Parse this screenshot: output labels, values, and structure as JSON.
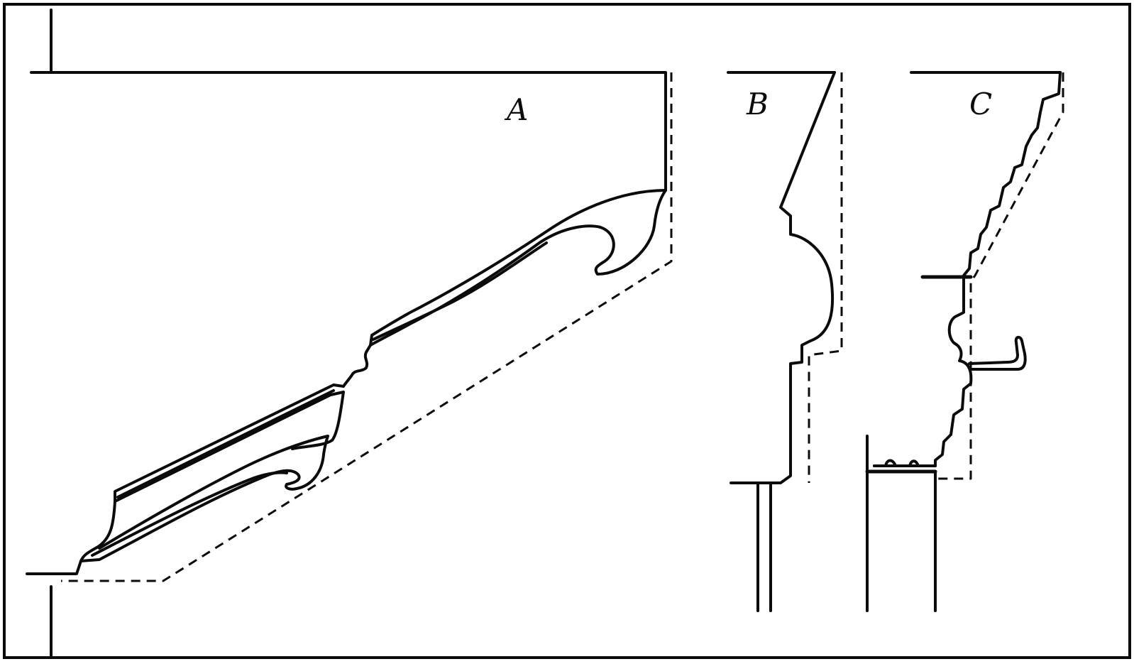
{
  "figure": {
    "labels": {
      "a": "A",
      "b": "B",
      "c": "C"
    },
    "colors": {
      "ink": "#0b0b0b",
      "paper": "#ffffff"
    }
  }
}
